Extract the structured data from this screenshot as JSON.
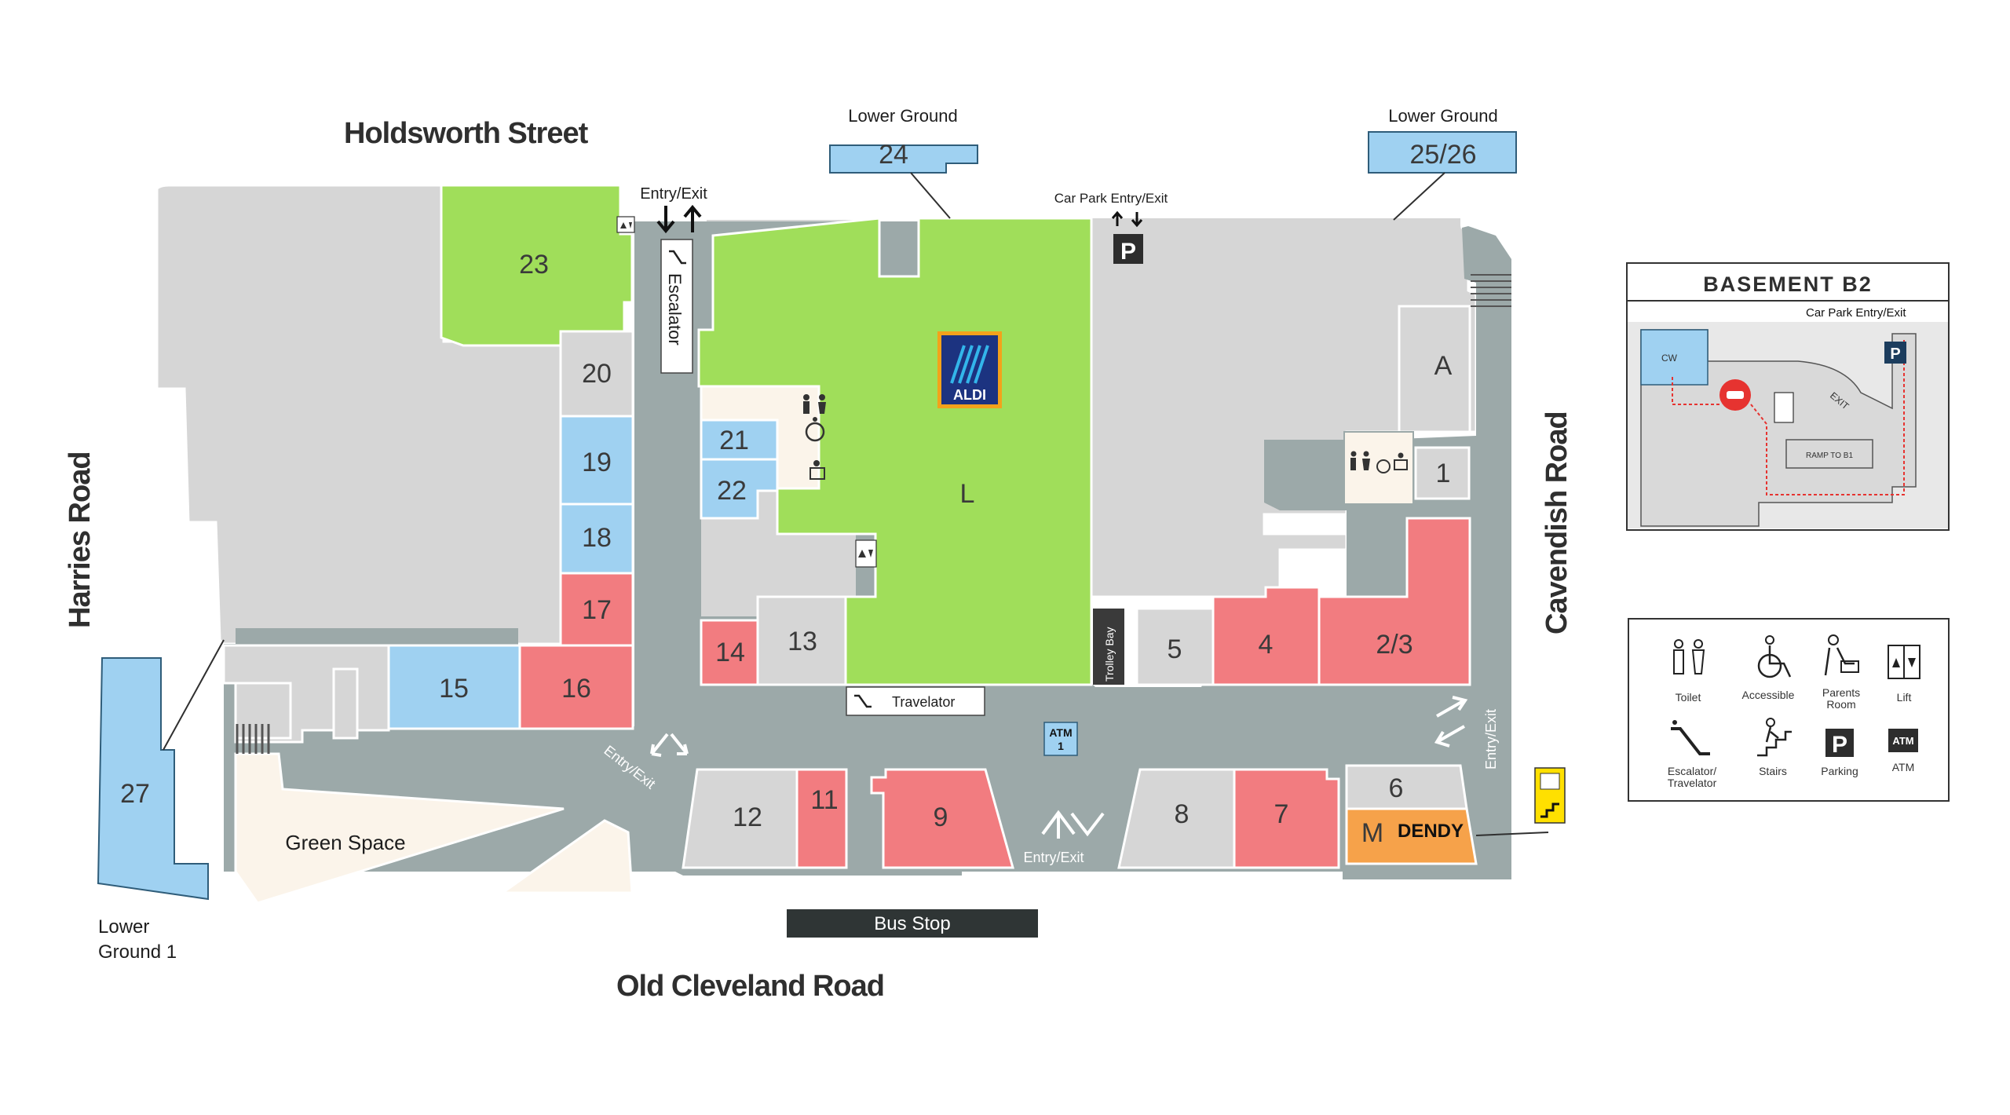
{
  "streets": {
    "north": "Holdsworth Street",
    "west": "Harries Road",
    "east": "Cavendish Road",
    "south": "Old Cleveland Road"
  },
  "labels": {
    "lower_ground_left": "Lower Ground",
    "lower_ground_right": "Lower Ground",
    "lower_ground_1_line1": "Lower",
    "lower_ground_1_line2": "Ground 1",
    "entry_exit_top": "Entry/Exit",
    "entry_exit_left": "Entry/Exit",
    "entry_exit_bottom": "Entry/Exit",
    "entry_exit_right": "Entry/Exit",
    "car_park_entry_exit": "Car Park Entry/Exit",
    "escalator": "Escalator",
    "travelator": "Travelator",
    "trolley_bay": "Trolley Bay",
    "green_space": "Green Space",
    "bus_stop": "Bus Stop",
    "atm": "ATM",
    "atm_number": "1",
    "aldi": "ALDI",
    "dendy": "DENDY",
    "parking_p": "P"
  },
  "shops": {
    "s23": "23",
    "s20": "20",
    "s19": "19",
    "s18": "18",
    "s17": "17",
    "s16": "16",
    "s15": "15",
    "s21": "21",
    "s22": "22",
    "s14": "14",
    "s13": "13",
    "sL": "L",
    "s24": "24",
    "s2526": "25/26",
    "sA": "A",
    "s1": "1",
    "s5": "5",
    "s4": "4",
    "s23b": "2/3",
    "s12": "12",
    "s11": "11",
    "s9": "9",
    "s8": "8",
    "s7": "7",
    "s6": "6",
    "sM": "M",
    "s27": "27"
  },
  "basement": {
    "title": "BASEMENT B2",
    "car_park": "Car Park Entry/Exit",
    "cw": "CW",
    "ramp": "RAMP TO B1",
    "exit": "EXIT"
  },
  "legend": {
    "toilet": "Toilet",
    "accessible": "Accessible",
    "parents_1": "Parents",
    "parents_2": "Room",
    "lift": "Lift",
    "escalator_1": "Escalator/",
    "escalator_2": "Travelator",
    "stairs": "Stairs",
    "parking": "Parking",
    "atm": "ATM"
  },
  "colors": {
    "blue_tenancy": "#9fd1f1",
    "red_tenancy": "#f27c80",
    "aldi_green": "#a0de5a",
    "orange_tenancy": "#f6a24a",
    "walkway": "#9ba8a8",
    "building": "#d2d2d2"
  }
}
